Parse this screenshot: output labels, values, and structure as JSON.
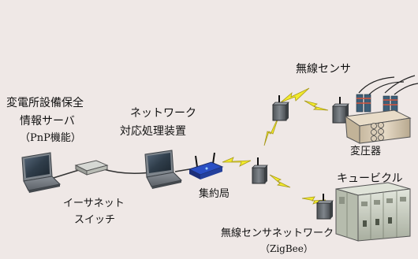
{
  "labels": {
    "server_line1": "変電所設備保全",
    "server_line2": "情報サーバ",
    "server_line3": "（PnP機能）",
    "switch_line1": "イーサネット",
    "switch_line2": "スイッチ",
    "processor_line1": "ネットワーク",
    "processor_line2": "対応処理装置",
    "concentrator": "集約局",
    "wireless_sensor": "無線センサ",
    "transformer": "変圧器",
    "cubicle": "キュービクル",
    "network_line1": "無線センサネットワーク",
    "network_line2": "（ZigBee）"
  },
  "colors": {
    "background": "#efe8e6",
    "lightning": "#f2ea2c",
    "lightning_edge": "#a89a1a",
    "laptop_screen": "#2f3d4a",
    "router_blue": "#2343a8",
    "sensor_box": "#6e7378",
    "transformer_body": "#d9cbb4",
    "cubicle_body": "#ccd2c6"
  },
  "icons": [
    "laptop-icon",
    "ethernet-switch-icon",
    "wireless-router-icon",
    "wireless-sensor-icon",
    "transformer-icon",
    "cubicle-icon",
    "lightning-bolt-icon"
  ]
}
